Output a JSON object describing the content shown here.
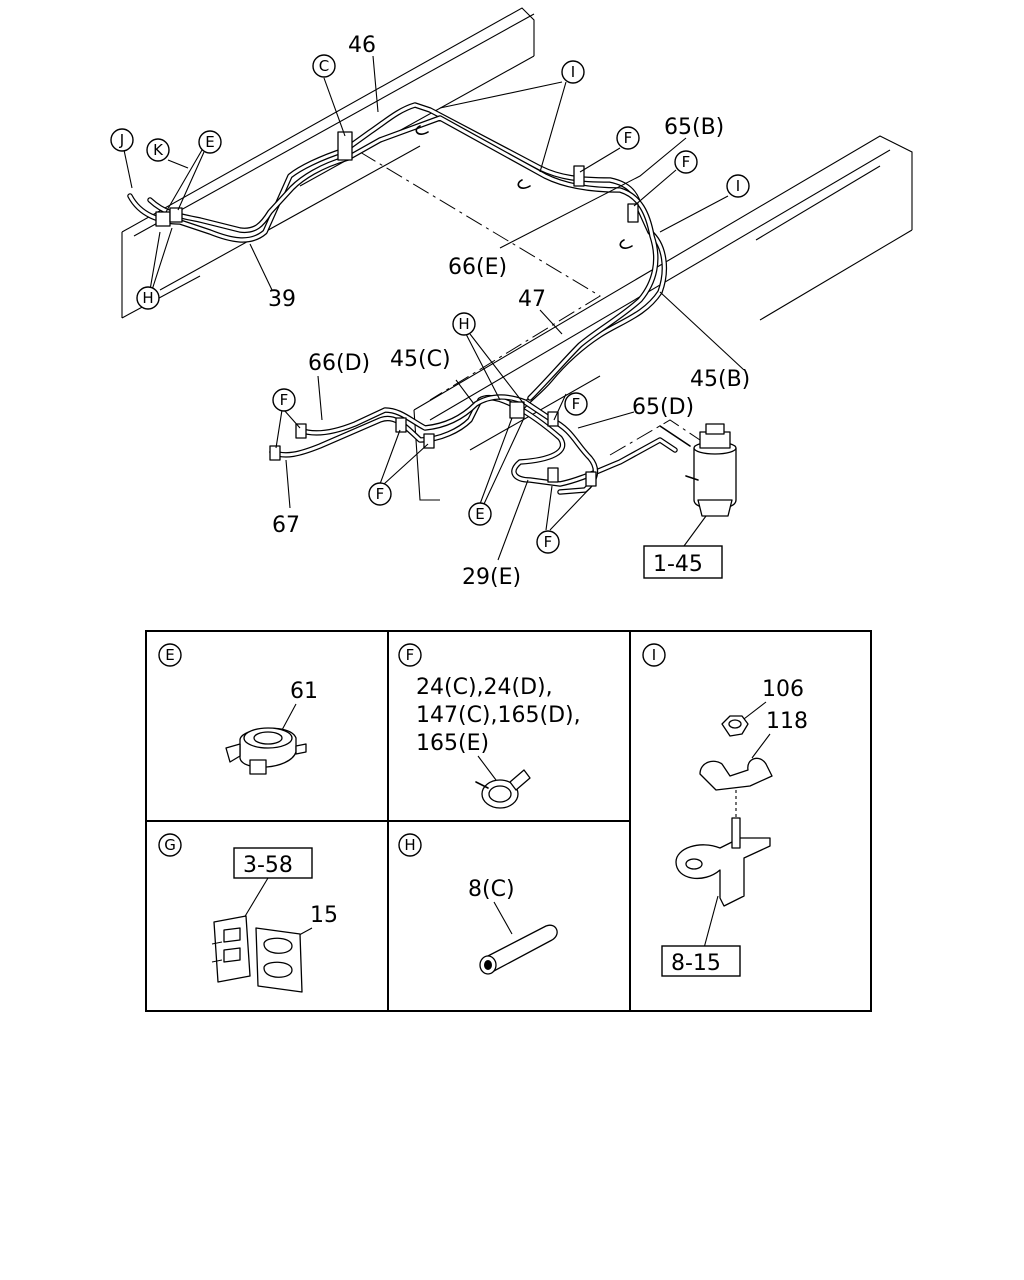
{
  "callouts": {
    "n46": "46",
    "n65b": "65(B)",
    "n66e": "66(E)",
    "n39": "39",
    "n47": "47",
    "n66d": "66(D)",
    "n45c": "45(C)",
    "n45b": "45(B)",
    "n65d": "65(D)",
    "n67": "67",
    "n29e": "29(E)",
    "ref145": "1-45"
  },
  "letters": {
    "C": "C",
    "I": "I",
    "F": "F",
    "J": "J",
    "K": "K",
    "E": "E",
    "H": "H",
    "G": "G"
  },
  "panels": {
    "e": {
      "letter": "E",
      "part": "61"
    },
    "f": {
      "letter": "F",
      "lines": [
        "24(C),24(D),",
        "147(C),165(D),",
        "165(E)"
      ]
    },
    "i": {
      "letter": "I",
      "part_nut": "106",
      "part_clip": "118",
      "ref": "8-15"
    },
    "g": {
      "letter": "G",
      "ref": "3-58",
      "part": "15"
    },
    "h": {
      "letter": "H",
      "part": "8(C)"
    }
  }
}
